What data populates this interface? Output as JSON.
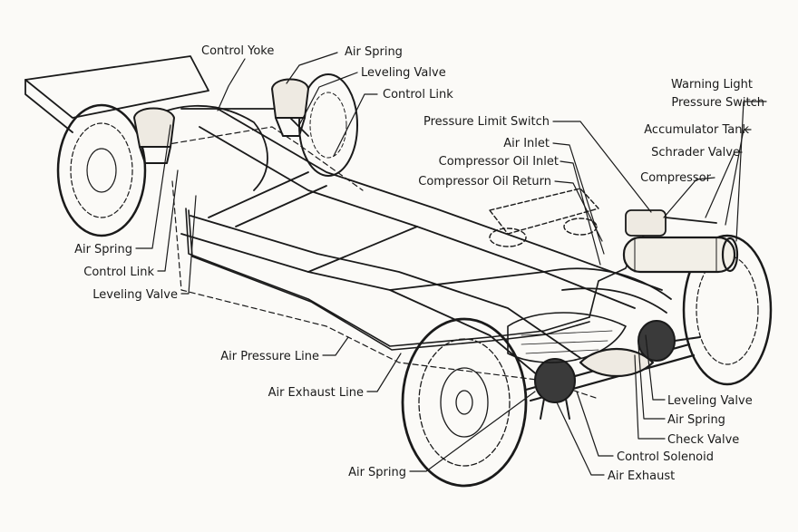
{
  "diagram": {
    "labels": {
      "control_yoke": "Control Yoke",
      "air_spring_top": "Air Spring",
      "leveling_valve_top": "Leveling Valve",
      "control_link_top": "Control Link",
      "warning_light_1": "Warning Light",
      "warning_light_2": "Pressure Switch",
      "pressure_limit_switch": "Pressure Limit Switch",
      "accumulator_tank": "Accumulator Tank",
      "air_inlet": "Air Inlet",
      "compressor_oil_inlet": "Compressor Oil Inlet",
      "schrader_valve": "Schrader Valve",
      "compressor": "Compressor",
      "compressor_oil_return": "Compressor Oil Return",
      "air_spring_left": "Air Spring",
      "control_link_left": "Control Link",
      "leveling_valve_left": "Leveling Valve",
      "air_pressure_line": "Air Pressure Line",
      "air_exhaust_line": "Air Exhaust Line",
      "leveling_valve_right": "Leveling Valve",
      "air_spring_right": "Air Spring",
      "check_valve": "Check Valve",
      "control_solenoid": "Control Solenoid",
      "air_spring_bottom": "Air Spring",
      "air_exhaust": "Air Exhaust"
    }
  }
}
